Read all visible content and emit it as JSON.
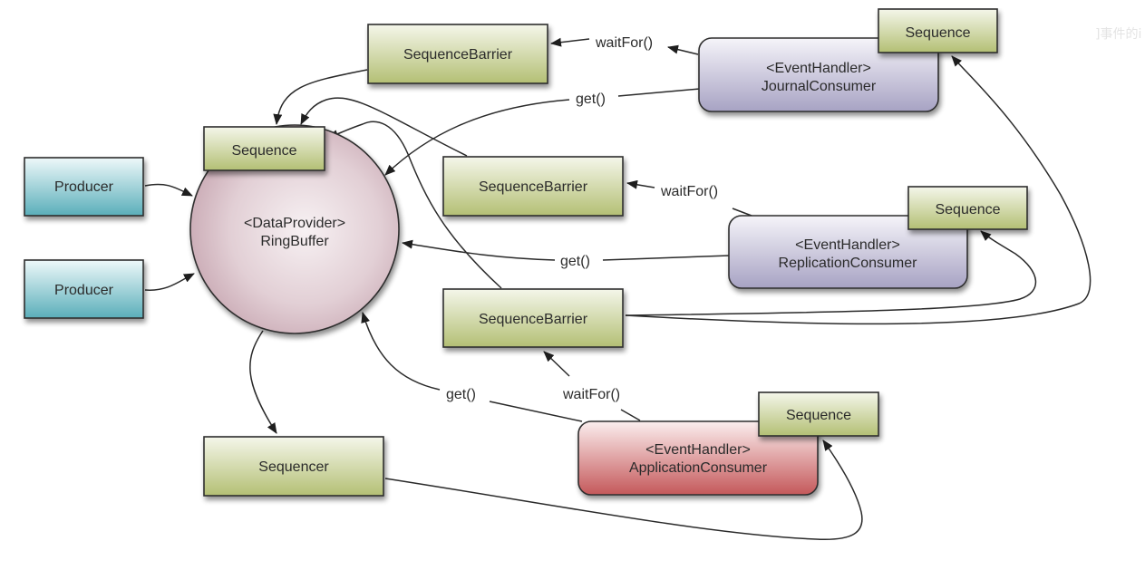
{
  "diagram": {
    "title": "Disruptor RingBuffer consumer dependency diagram",
    "watermark": "]事件的i",
    "colors": {
      "producer": "#5fb3be",
      "sequence": "#b5c27a",
      "consumer_lavender": "#a9a4c4",
      "consumer_red": "#c65a5a",
      "ringbuffer": "#c9aab5",
      "edge": "#2a2a2a"
    },
    "nodes": [
      {
        "id": "producer1",
        "type": "producer",
        "lines": [
          "Producer"
        ]
      },
      {
        "id": "producer2",
        "type": "producer",
        "lines": [
          "Producer"
        ]
      },
      {
        "id": "ringbuffer",
        "type": "ringbuffer",
        "lines": [
          "<DataProvider>",
          "RingBuffer"
        ]
      },
      {
        "id": "rb_sequence",
        "type": "sequence",
        "lines": [
          "Sequence"
        ]
      },
      {
        "id": "sequencer",
        "type": "sequence",
        "lines": [
          "Sequencer"
        ]
      },
      {
        "id": "barrier1",
        "type": "sequence",
        "lines": [
          "SequenceBarrier"
        ]
      },
      {
        "id": "barrier2",
        "type": "sequence",
        "lines": [
          "SequenceBarrier"
        ]
      },
      {
        "id": "barrier3",
        "type": "sequence",
        "lines": [
          "SequenceBarrier"
        ]
      },
      {
        "id": "journal",
        "type": "consumer",
        "lines": [
          "<EventHandler>",
          "JournalConsumer"
        ]
      },
      {
        "id": "journal_seq",
        "type": "sequence",
        "lines": [
          "Sequence"
        ]
      },
      {
        "id": "replication",
        "type": "consumer",
        "lines": [
          "<EventHandler>",
          "ReplicationConsumer"
        ]
      },
      {
        "id": "replication_seq",
        "type": "sequence",
        "lines": [
          "Sequence"
        ]
      },
      {
        "id": "application",
        "type": "consumer_red",
        "lines": [
          "<EventHandler>",
          "ApplicationConsumer"
        ]
      },
      {
        "id": "application_seq",
        "type": "sequence",
        "lines": [
          "Sequence"
        ]
      }
    ],
    "edges": [
      {
        "from": "producer1",
        "to": "ringbuffer",
        "label": ""
      },
      {
        "from": "producer2",
        "to": "ringbuffer",
        "label": ""
      },
      {
        "from": "ringbuffer",
        "to": "sequencer",
        "label": ""
      },
      {
        "from": "barrier1",
        "to": "rb_sequence",
        "label": ""
      },
      {
        "from": "barrier2",
        "to": "rb_sequence",
        "label": ""
      },
      {
        "from": "barrier3",
        "to": "rb_sequence",
        "label": ""
      },
      {
        "from": "journal",
        "to": "barrier1",
        "label": "waitFor()"
      },
      {
        "from": "journal",
        "to": "ringbuffer",
        "label": "get()"
      },
      {
        "from": "replication",
        "to": "barrier2",
        "label": "waitFor()"
      },
      {
        "from": "replication",
        "to": "ringbuffer",
        "label": "get()"
      },
      {
        "from": "application",
        "to": "barrier3",
        "label": "waitFor()"
      },
      {
        "from": "application",
        "to": "ringbuffer",
        "label": "get()"
      },
      {
        "from": "barrier3",
        "to": "journal_seq",
        "label": ""
      },
      {
        "from": "barrier3",
        "to": "replication_seq",
        "label": ""
      },
      {
        "from": "sequencer",
        "to": "application_seq",
        "label": ""
      }
    ],
    "labels": {
      "wait_journal": "waitFor()",
      "get_journal": "get()",
      "wait_replication": "waitFor()",
      "get_replication": "get()",
      "wait_application": "waitFor()",
      "get_application": "get()"
    }
  }
}
